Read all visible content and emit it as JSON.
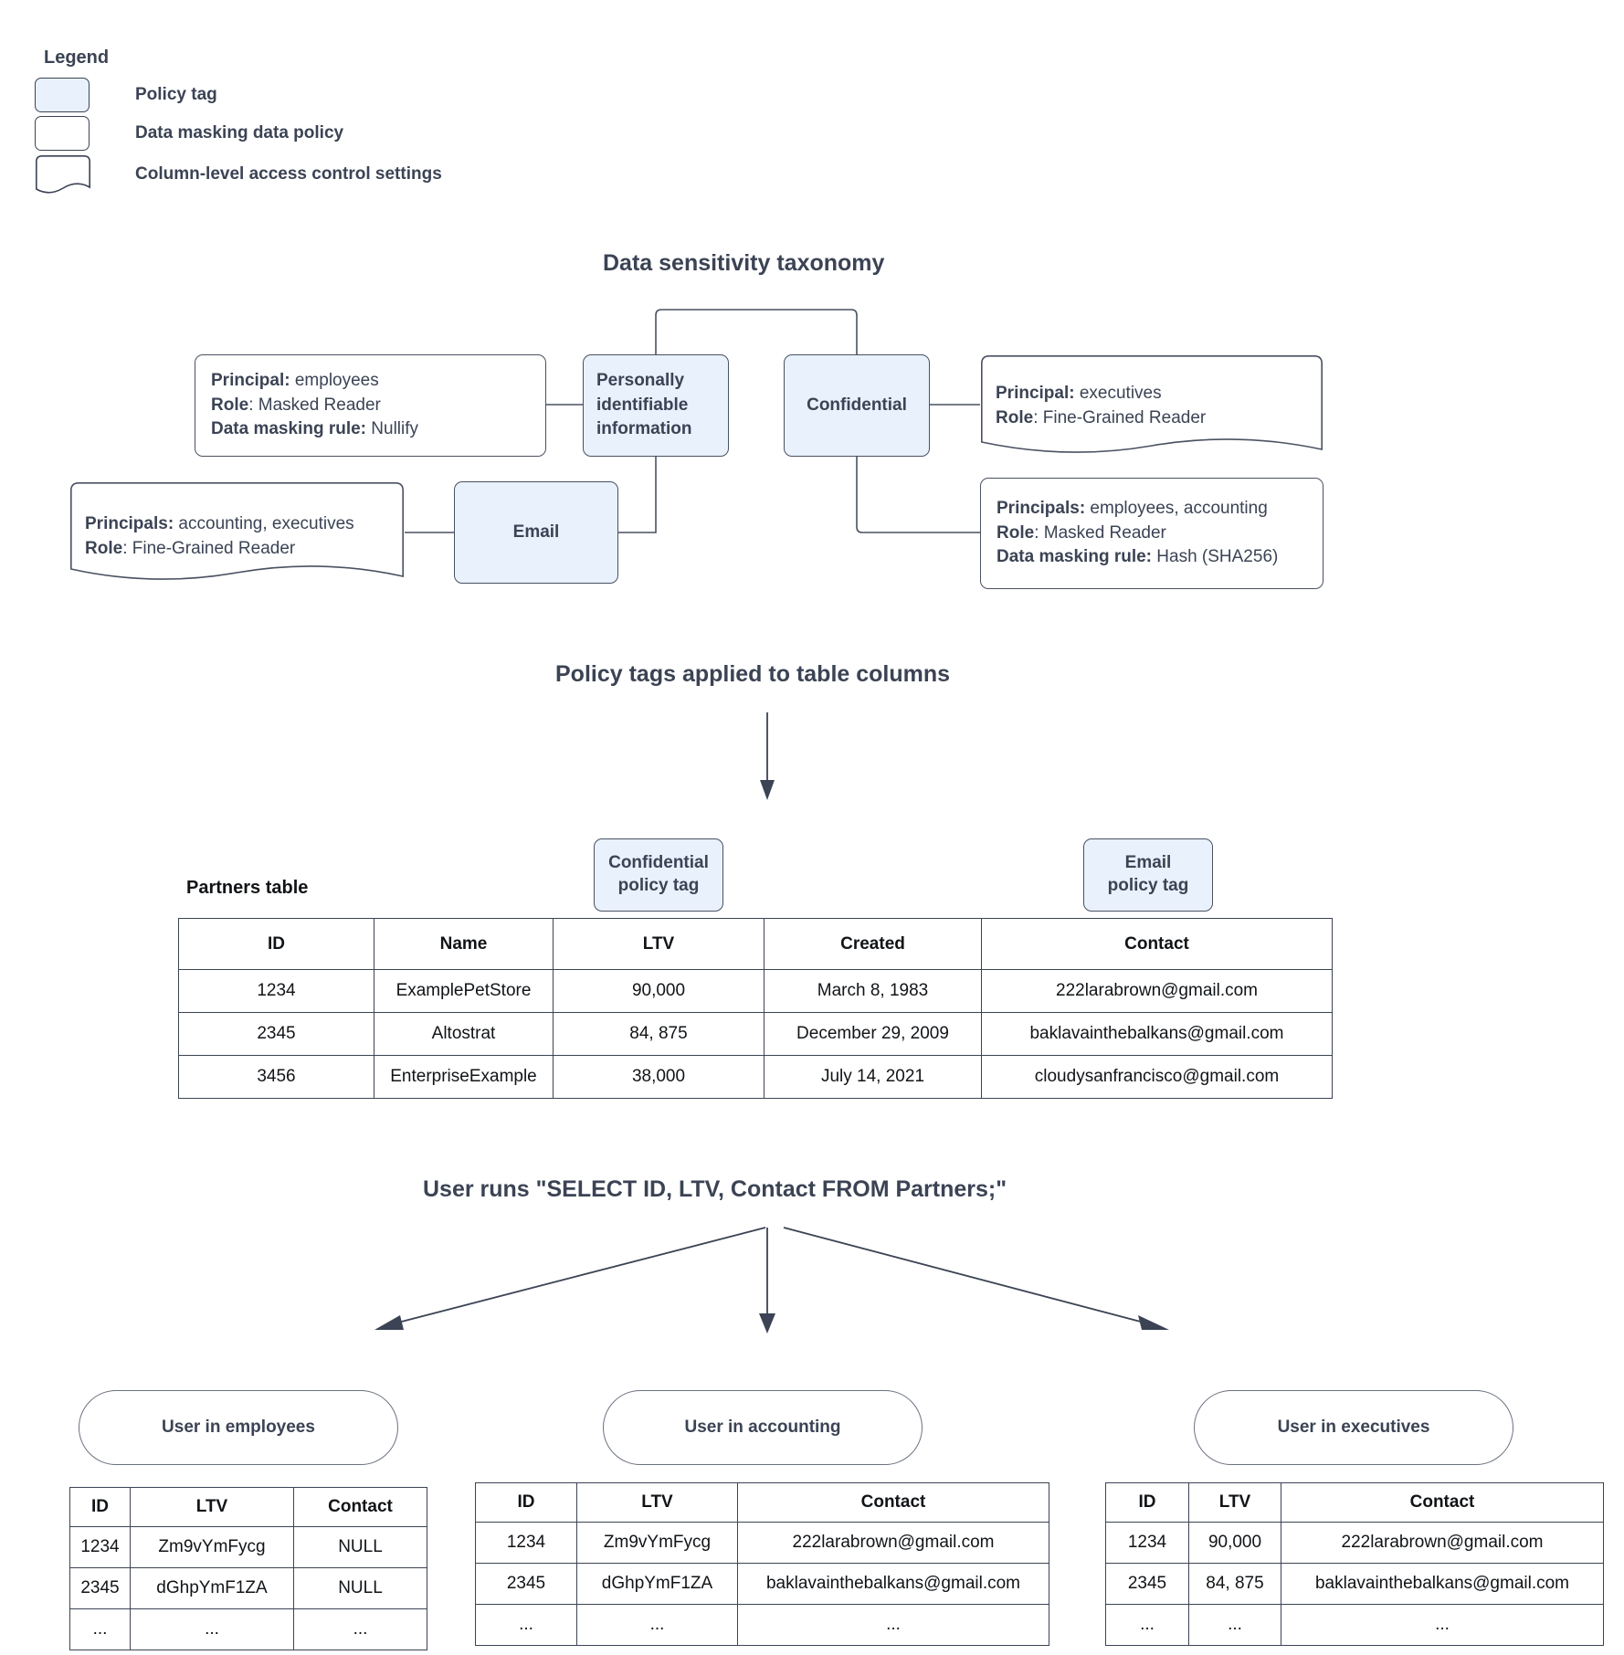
{
  "legend": {
    "title": "Legend",
    "items": [
      {
        "label": "Policy tag",
        "shape": "rounded-rect-filled"
      },
      {
        "label": "Data masking data policy",
        "shape": "rounded-rect"
      },
      {
        "label": "Column-level access control settings",
        "shape": "document-wavy"
      }
    ]
  },
  "taxonomy": {
    "title": "Data sensitivity taxonomy",
    "tags": [
      {
        "name": "pii",
        "label": "Personally identifiable information"
      },
      {
        "name": "confidential",
        "label": "Confidential"
      },
      {
        "name": "email",
        "label": "Email"
      }
    ],
    "policies": [
      {
        "name": "pii-masking-policy",
        "kind": "data-masking-data-policy",
        "lines": [
          {
            "key": "Principal:",
            "value": " employees"
          },
          {
            "key": "Role",
            "value": ": Masked Reader"
          },
          {
            "key": "Data masking rule:",
            "value": " Nullify"
          }
        ]
      },
      {
        "name": "confidential-access-policy",
        "kind": "column-level-access-control-settings",
        "lines": [
          {
            "key": "Principal:",
            "value": " executives"
          },
          {
            "key": "Role",
            "value": ": Fine-Grained Reader"
          }
        ]
      },
      {
        "name": "email-access-policy",
        "kind": "column-level-access-control-settings",
        "lines": [
          {
            "key": "Principals:",
            "value": " accounting, executives"
          },
          {
            "key": "Role",
            "value": ": Fine-Grained Reader"
          }
        ]
      },
      {
        "name": "confidential-masking-policy",
        "kind": "data-masking-data-policy",
        "lines": [
          {
            "key": "Principals:",
            "value": " employees, accounting"
          },
          {
            "key": "Role",
            "value": ": Masked Reader"
          },
          {
            "key": "Data masking rule:",
            "value": " Hash (SHA256)"
          }
        ]
      }
    ]
  },
  "policy_tags_section": {
    "title": "Policy tags applied to table columns",
    "partners_label": "Partners table",
    "column_tags": [
      {
        "name": "confidential-policy-tag",
        "line1": "Confidential",
        "line2": "policy tag",
        "column": "LTV"
      },
      {
        "name": "email-policy-tag",
        "line1": "Email",
        "line2": "policy tag",
        "column": "Contact"
      }
    ],
    "partners_table": {
      "columns": [
        "ID",
        "Name",
        "LTV",
        "Created",
        "Contact"
      ],
      "rows": [
        [
          "1234",
          "ExamplePetStore",
          "90,000",
          "March 8, 1983",
          "222larabrown@gmail.com"
        ],
        [
          "2345",
          "Altostrat",
          "84, 875",
          "December 29, 2009",
          "baklavainthebalkans@gmail.com"
        ],
        [
          "3456",
          "EnterpriseExample",
          "38,000",
          "July 14, 2021",
          "cloudysanfrancisco@gmail.com"
        ]
      ]
    }
  },
  "query_section": {
    "title": "User runs \"SELECT ID, LTV, Contact FROM Partners;\"",
    "results": [
      {
        "name": "employees",
        "pill": "User in employees",
        "columns": [
          "ID",
          "LTV",
          "Contact"
        ],
        "rows": [
          [
            "1234",
            "Zm9vYmFycg",
            "NULL"
          ],
          [
            "2345",
            "dGhpYmF1ZA",
            "NULL"
          ],
          [
            "...",
            "...",
            "..."
          ]
        ]
      },
      {
        "name": "accounting",
        "pill": "User in accounting",
        "columns": [
          "ID",
          "LTV",
          "Contact"
        ],
        "rows": [
          [
            "1234",
            "Zm9vYmFycg",
            "222larabrown@gmail.com"
          ],
          [
            "2345",
            "dGhpYmF1ZA",
            "baklavainthebalkans@gmail.com"
          ],
          [
            "...",
            "...",
            "..."
          ]
        ]
      },
      {
        "name": "executives",
        "pill": "User in executives",
        "columns": [
          "ID",
          "LTV",
          "Contact"
        ],
        "rows": [
          [
            "1234",
            "90,000",
            "222larabrown@gmail.com"
          ],
          [
            "2345",
            "84, 875",
            "baklavainthebalkans@gmail.com"
          ],
          [
            "...",
            "...",
            "..."
          ]
        ]
      }
    ]
  },
  "colors": {
    "tag_fill": "#e8f1fc",
    "stroke": "#4a5161",
    "text": "#3b4354"
  }
}
